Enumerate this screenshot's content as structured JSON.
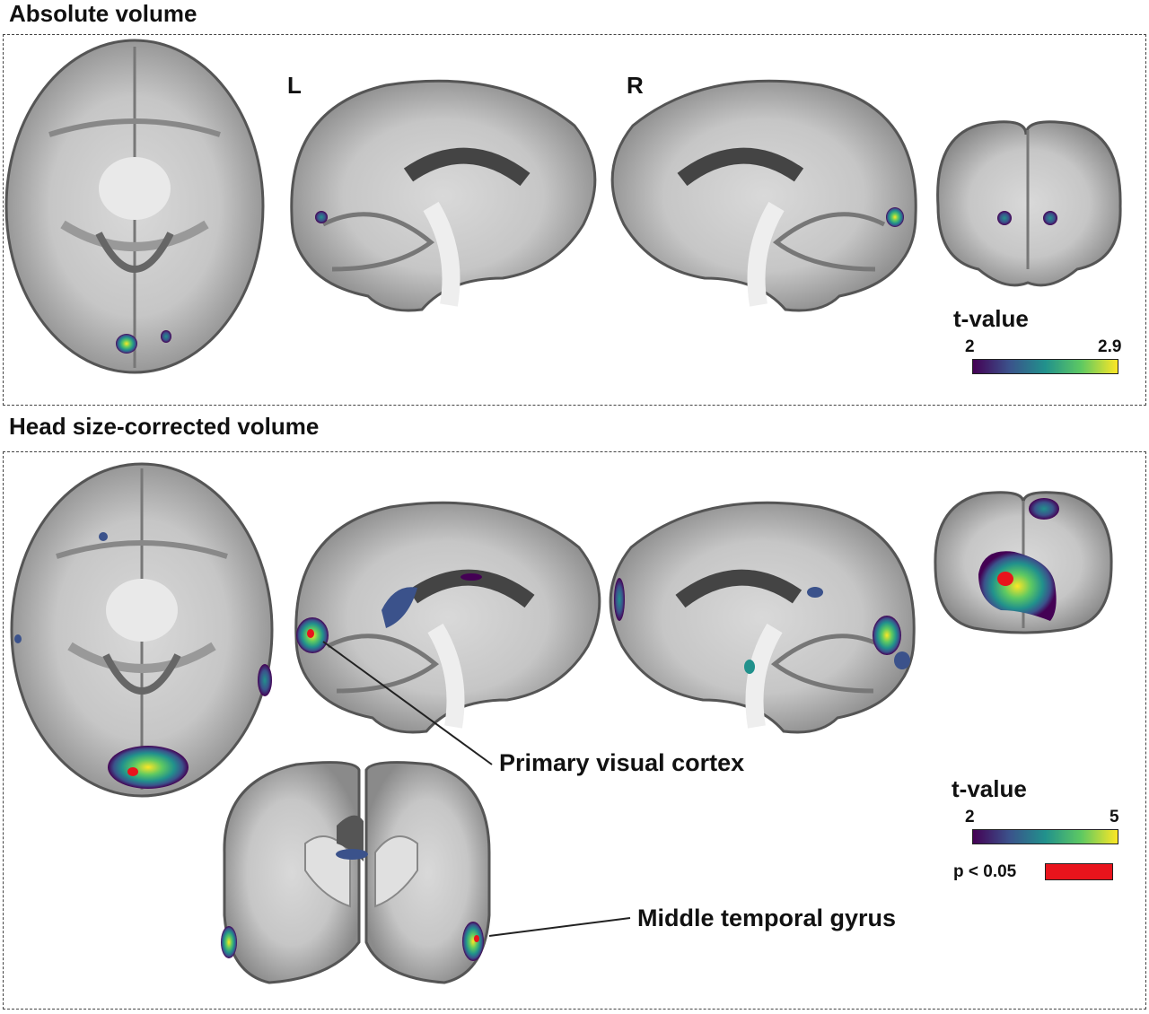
{
  "absolute": {
    "title": "Absolute volume",
    "left_label": "L",
    "right_label": "R",
    "legend": {
      "title": "t-value",
      "min": "2",
      "max": "2.9"
    }
  },
  "corrected": {
    "title": "Head size-corrected volume",
    "legend": {
      "title": "t-value",
      "min": "2",
      "max": "5"
    },
    "significance": {
      "label": "p < 0.05",
      "color": "#e8141c"
    },
    "annotations": {
      "visual": "Primary visual cortex",
      "temporal": "Middle temporal gyrus"
    }
  },
  "colors": {
    "colormap": [
      "#440154",
      "#3b528b",
      "#21918c",
      "#5ec962",
      "#fde725"
    ],
    "brain_light": "#e4e4e4",
    "brain_dark": "#5a5a5a"
  }
}
